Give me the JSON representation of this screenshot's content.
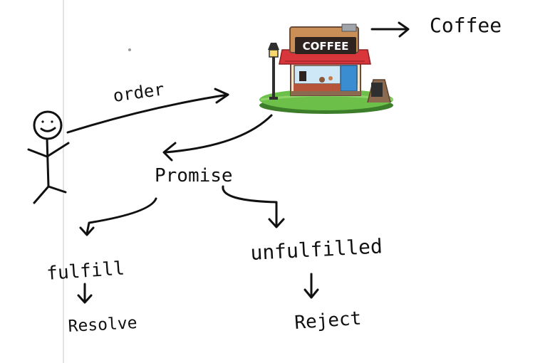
{
  "labels": {
    "order": "order",
    "coffee": "Coffee",
    "promise": "Promise",
    "fulfill": "fulfill",
    "resolve": "Resolve",
    "unfulfilled": "unfulfilled",
    "reject": "Reject"
  },
  "shop": {
    "sign": "COFFEE"
  },
  "colors": {
    "ink": "#111111",
    "margin_line": "#dcdcdc",
    "roof_red": "#d8363b",
    "sign_dark": "#2f2320",
    "wall_cream": "#f3e6c8",
    "grass": "#4f9f3a",
    "grass_light": "#6cc04a",
    "awning_blue": "#3b8dd1"
  }
}
